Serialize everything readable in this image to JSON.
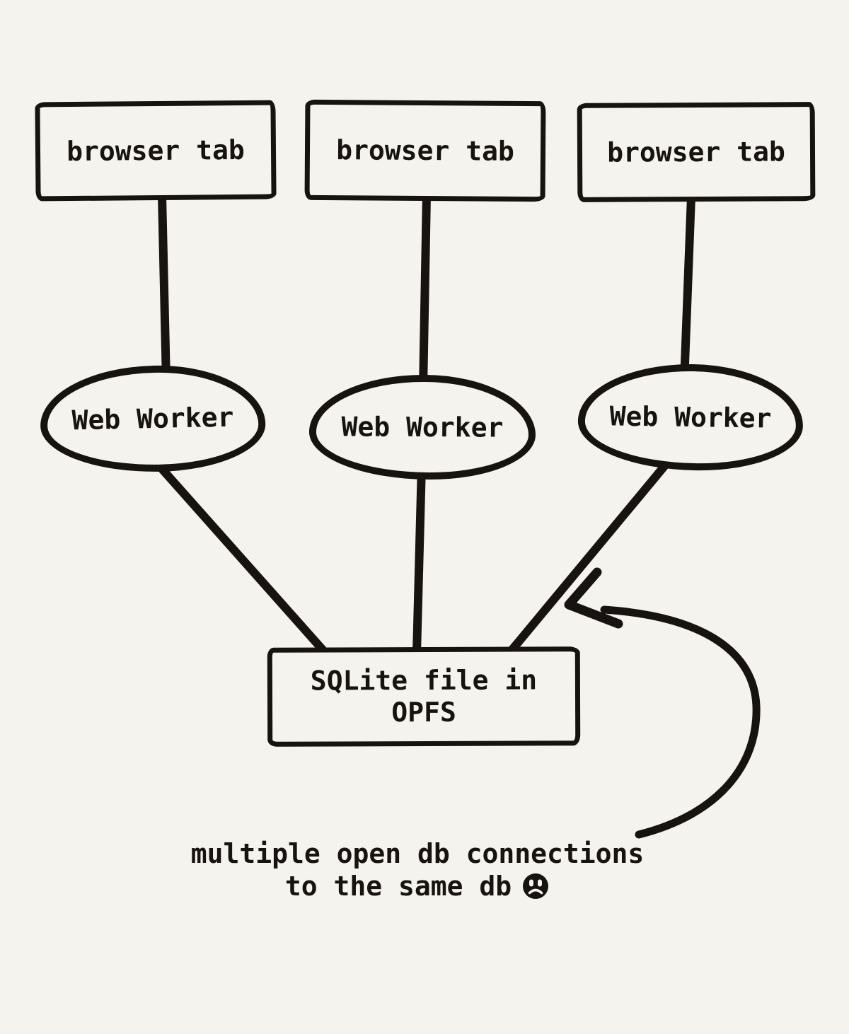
{
  "page": {
    "background_color": "#f5f3ee",
    "ink_color": "#171310"
  },
  "diagram": {
    "browser_tabs": [
      {
        "id": "browser-tab-1",
        "label": "browser tab"
      },
      {
        "id": "browser-tab-2",
        "label": "browser tab"
      },
      {
        "id": "browser-tab-3",
        "label": "browser tab"
      }
    ],
    "web_workers": [
      {
        "id": "web-worker-1",
        "label": "Web Worker"
      },
      {
        "id": "web-worker-2",
        "label": "Web Worker"
      },
      {
        "id": "web-worker-3",
        "label": "Web Worker"
      }
    ],
    "sqlite_node": {
      "id": "sqlite-file",
      "line1": "SQLite file in",
      "line2": "OPFS"
    },
    "edges": [
      {
        "from": "browser-tab-1",
        "to": "web-worker-1"
      },
      {
        "from": "browser-tab-2",
        "to": "web-worker-2"
      },
      {
        "from": "browser-tab-3",
        "to": "web-worker-3"
      },
      {
        "from": "web-worker-1",
        "to": "sqlite-file"
      },
      {
        "from": "web-worker-2",
        "to": "sqlite-file"
      },
      {
        "from": "web-worker-3",
        "to": "sqlite-file"
      }
    ],
    "annotation": {
      "line1": "multiple open db connections",
      "line2": "to the same db",
      "icon": "sad-face-icon"
    }
  }
}
